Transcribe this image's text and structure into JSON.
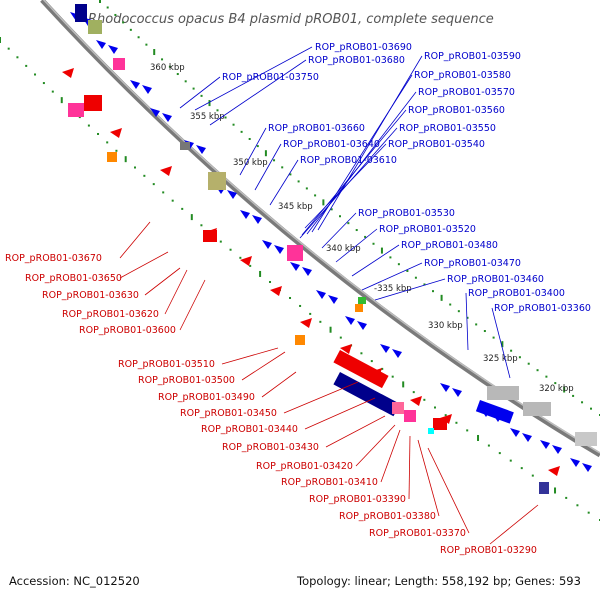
{
  "title": "Rhodococcus opacus B4 plasmid pROB01, complete sequence",
  "footer": {
    "accession": "Accession: NC_012520",
    "summary": "Topology: linear; Length: 558,192 bp; Genes: 593"
  },
  "colors": {
    "forward": "#0000ee",
    "reverse": "#ee0000",
    "backbone": "#808080",
    "gc_dots": "#228b22"
  },
  "scale_labels": [
    "360 kbp",
    "355 kbp",
    "350 kbp",
    "345 kbp",
    "340 kbp",
    "-335 kbp",
    "330 kbp",
    "325 kbp",
    "320 kbp"
  ],
  "forward_genes": [
    "ROP_pROB01-03690",
    "ROP_pROB01-03680",
    "ROP_pROB01-03750",
    "ROP_pROB01-03590",
    "ROP_pROB01-03580",
    "ROP_pROB01-03570",
    "ROP_pROB01-03560",
    "ROP_pROB01-03550",
    "ROP_pROB01-03660",
    "ROP_pROB01-03640",
    "ROP_pROB01-03540",
    "ROP_pROB01-03610",
    "ROP_pROB01-03530",
    "ROP_pROB01-03520",
    "ROP_pROB01-03480",
    "ROP_pROB01-03470",
    "ROP_pROB01-03460",
    "ROP_pROB01-03400",
    "ROP_pROB01-03360"
  ],
  "reverse_genes": [
    "ROP_pROB01-03670",
    "ROP_pROB01-03650",
    "ROP_pROB01-03630",
    "ROP_pROB01-03620",
    "ROP_pROB01-03600",
    "ROP_pROB01-03510",
    "ROP_pROB01-03500",
    "ROP_pROB01-03490",
    "ROP_pROB01-03450",
    "ROP_pROB01-03440",
    "ROP_pROB01-03430",
    "ROP_pROB01-03420",
    "ROP_pROB01-03410",
    "ROP_pROB01-03390",
    "ROP_pROB01-03380",
    "ROP_pROB01-03370",
    "ROP_pROB01-03290"
  ]
}
